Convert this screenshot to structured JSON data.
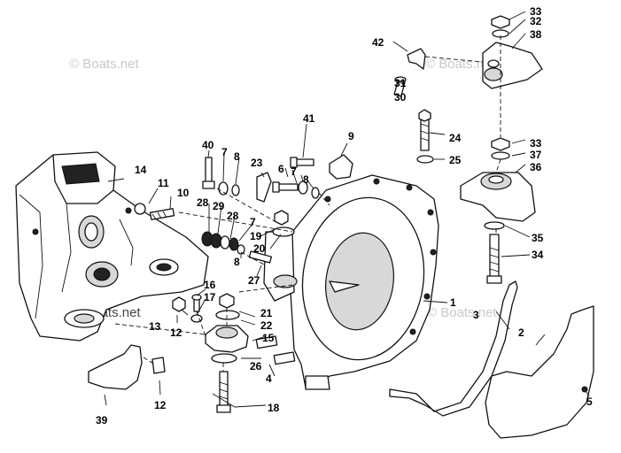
{
  "watermark": {
    "text": "© Boats.net",
    "color_light": "#c8c8c8",
    "color_strong": "#444444"
  },
  "callouts": {
    "p1": "1",
    "p2": "2",
    "p3": "3",
    "p4": "4",
    "p5": "5",
    "p6": "6",
    "p7a": "7",
    "p7b": "7",
    "p7c": "7",
    "p8a": "8",
    "p8b": "8",
    "p8c": "8",
    "p9": "9",
    "p10": "10",
    "p11": "11",
    "p12a": "12",
    "p12b": "12",
    "p13": "13",
    "p14": "14",
    "p15": "15",
    "p16": "16",
    "p17": "17",
    "p18": "18",
    "p19": "19",
    "p20": "20",
    "p21": "21",
    "p22": "22",
    "p23": "23",
    "p24": "24",
    "p25": "25",
    "p26": "26",
    "p27": "27",
    "p28a": "28",
    "p28b": "28",
    "p29": "29",
    "p30": "30",
    "p31": "31",
    "p32": "32",
    "p33a": "33",
    "p33b": "33",
    "p34": "34",
    "p35": "35",
    "p36": "36",
    "p37": "37",
    "p38": "38",
    "p39": "39",
    "p40": "40",
    "p41": "41",
    "p42": "42"
  }
}
